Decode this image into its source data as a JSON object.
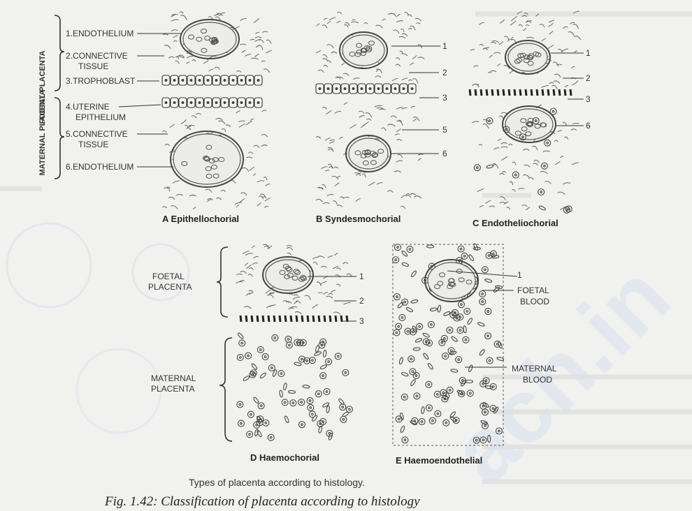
{
  "panels": {
    "A": {
      "caption": "A Epithellochorial",
      "side_foetal": "FOETAL PLACENTA",
      "side_maternal": "MATERNAL PLACENTA",
      "labels": [
        "1.ENDOTHELIUM",
        "2.CONNECTIVE",
        "TISSUE",
        "3.TROPHOBLAST",
        "4.UTERINE",
        "EPITHELIUM",
        "5.CONNECTIVE",
        "TISSUE",
        "6.ENDOTHELIUM"
      ]
    },
    "B": {
      "caption": "B Syndesmochorial",
      "numbers": [
        "1",
        "2",
        "3",
        "5",
        "6"
      ]
    },
    "C": {
      "caption": "C Endotheliochorial",
      "numbers": [
        "1",
        "2",
        "3",
        "6"
      ]
    },
    "D": {
      "caption": "D Haemochorial",
      "foetal": [
        "FOETAL",
        "PLACENTA"
      ],
      "maternal": [
        "MATERNAL",
        "PLACENTA"
      ],
      "numbers": [
        "1",
        "2",
        "3"
      ]
    },
    "E": {
      "caption": "E Haemoendothelial",
      "number": "1",
      "foetal_blood": [
        "FOETAL",
        "BLOOD"
      ],
      "maternal_blood": [
        "MATERNAL",
        "BLOOD"
      ]
    }
  },
  "subtitle": "Types of placenta according to histology.",
  "figure_caption": "Fig. 1.42: Classification of placenta according to histology",
  "watermark": "ach.in"
}
